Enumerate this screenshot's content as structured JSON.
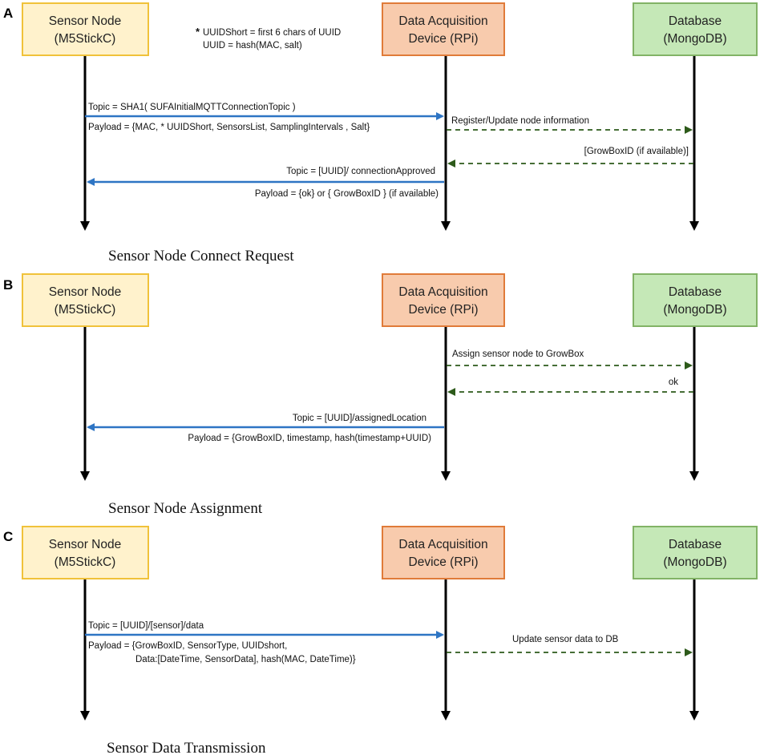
{
  "colors": {
    "sensor_fill": "#FFF2CC",
    "sensor_stroke": "#F0C23A",
    "rpi_fill": "#F8CBAD",
    "rpi_stroke": "#E07B39",
    "db_fill": "#C5E8B7",
    "db_stroke": "#82B366",
    "solid_arrow": "#2E75C4",
    "dashed_arrow": "#2D5A1A"
  },
  "nodes": {
    "sensor": [
      "Sensor Node",
      "(M5StickC)"
    ],
    "rpi": [
      "Data Acquisition",
      "Device (RPi)"
    ],
    "db": [
      "Database",
      "(MongoDB)"
    ]
  },
  "panels": [
    {
      "letter": "A",
      "title": "Sensor Node Connect Request",
      "note": {
        "line1_star": "*",
        "line1": "UUIDShort = first 6 chars of UUID",
        "line2": "UUID = hash(MAC, salt)"
      },
      "messages": [
        {
          "label_top": "Topic = SHA1( SUFAInitialMQTTConnectionTopic  )",
          "label_bottom": "Payload = {MAC, * UUIDShort, SensorsList, SamplingIntervals , Salt}"
        },
        {
          "label_top": "Register/Update node information"
        },
        {
          "label_bottom": "[GrowBoxID (if available)]"
        },
        {
          "label_top": "Topic = [UUID]/ connectionApproved",
          "label_bottom": "Payload = {ok} or { GrowBoxID } (if available)"
        }
      ]
    },
    {
      "letter": "B",
      "title": "Sensor Node Assignment",
      "messages": [
        {
          "label_top": "Assign sensor node to GrowBox"
        },
        {
          "label_top": "ok"
        },
        {
          "label_top": "Topic = [UUID]/assignedLocation",
          "label_bottom": "Payload = {GrowBoxID, timestamp, hash(timestamp+UUID)"
        }
      ]
    },
    {
      "letter": "C",
      "title": "Sensor Data Transmission",
      "messages": [
        {
          "label_top": "Topic = [UUID]/[sensor]/data",
          "label_bottom": "Payload = {GrowBoxID, SensorType, UUIDshort,",
          "label_bottom2": "Data:[DateTime, SensorData], hash(MAC, DateTime)}"
        },
        {
          "label_top": "Update sensor data to DB"
        }
      ]
    }
  ]
}
